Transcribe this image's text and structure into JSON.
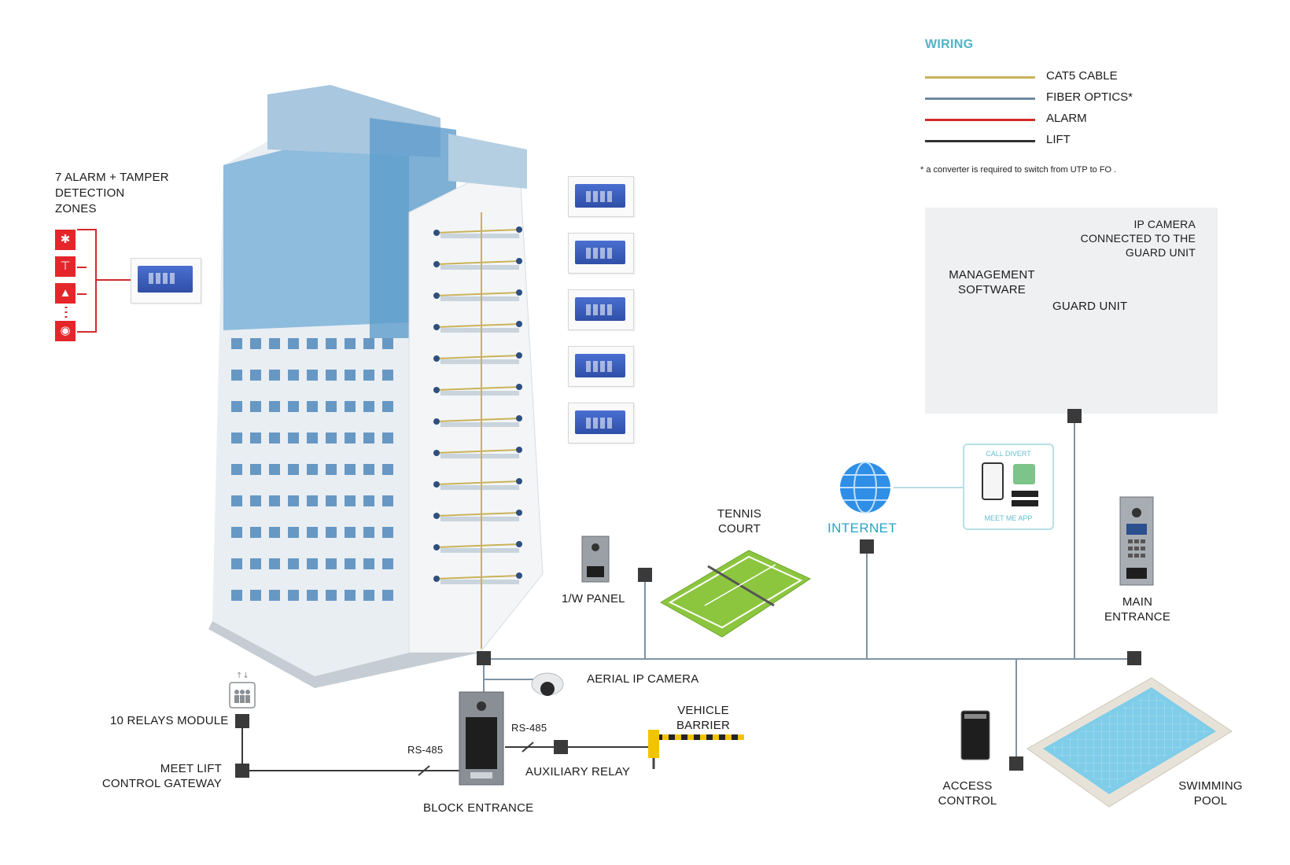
{
  "legend": {
    "title": "WIRING",
    "items": [
      {
        "label": "CAT5 CABLE",
        "color": "#c9b25a"
      },
      {
        "label": "FIBER OPTICS*",
        "color": "#6f8aa0"
      },
      {
        "label": "ALARM",
        "color": "#d42a2a"
      },
      {
        "label": "LIFT",
        "color": "#333333"
      }
    ],
    "note": "* a converter is required to switch from UTP to FO ."
  },
  "labels": {
    "alarm_zones": [
      "7 ALARM + TAMPER",
      "DETECTION",
      "ZONES"
    ],
    "ip_camera": [
      "IP CAMERA",
      "CONNECTED TO THE",
      "GUARD UNIT"
    ],
    "management_software": [
      "MANAGEMENT",
      "SOFTWARE"
    ],
    "guard_unit": "GUARD UNIT",
    "internet": "INTERNET",
    "call_divert": "CALL DIVERT",
    "meet_me_app": "MEET ME APP",
    "tennis_court": [
      "TENNIS",
      "COURT"
    ],
    "panel_1w": "1/W PANEL",
    "main_entrance": [
      "MAIN",
      "ENTRANCE"
    ],
    "aerial_ip_camera": "AERIAL IP CAMERA",
    "relays_module": "10 RELAYS MODULE",
    "lift_gateway": [
      "MEET LIFT",
      "CONTROL GATEWAY"
    ],
    "rs485_left": "RS-485",
    "rs485_right": "RS-485",
    "vehicle_barrier": [
      "VEHICLE",
      "BARRIER"
    ],
    "auxiliary_relay": "AUXILIARY RELAY",
    "block_entrance": "BLOCK ENTRANCE",
    "access_control": [
      "ACCESS",
      "CONTROL"
    ],
    "swimming_pool": [
      "SWIMMING",
      "POOL"
    ]
  },
  "colors": {
    "accent": "#28a3c4",
    "alarm_red": "#e4262a",
    "node": "#3a3a3a",
    "fiber": "#6f8aa0"
  },
  "icons": {
    "alarm_zone_icons": [
      "siren-icon",
      "water-tap-icon",
      "fire-icon",
      "panic-button-icon"
    ],
    "building": "skyscraper-illustration",
    "internet": "globe-icon",
    "lift": "elevator-icon"
  }
}
